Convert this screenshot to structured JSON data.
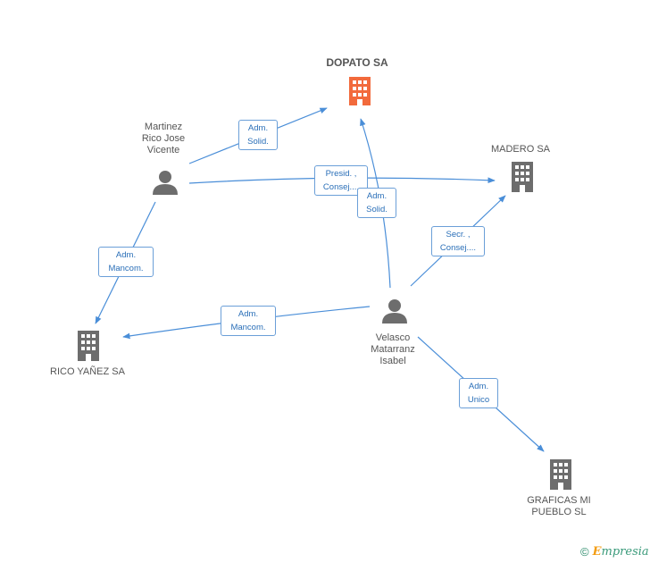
{
  "colors": {
    "edge": "#4a8ed8",
    "company_main": "#f26a3c",
    "company": "#6d6d6d",
    "person": "#6d6d6d",
    "label_border": "#6b9fd8",
    "label_text": "#2a6fb8"
  },
  "nodes": {
    "dopato": {
      "label": "DOPATO SA",
      "kind": "company",
      "main": true
    },
    "madero": {
      "label": "MADERO SA",
      "kind": "company"
    },
    "rico_yanez": {
      "label": "RICO YAÑEZ SA",
      "kind": "company"
    },
    "graficas": {
      "label": "GRAFICAS MI\nPUEBLO SL",
      "kind": "company"
    },
    "martinez": {
      "label": "Martinez\nRico Jose\nVicente",
      "kind": "person"
    },
    "velasco": {
      "label": "Velasco\nMatarranz\nIsabel",
      "kind": "person"
    }
  },
  "edges": {
    "martinez_dopato": {
      "label": "Adm.\nSolid."
    },
    "martinez_madero": {
      "label": "Presid. ,\nConsej...."
    },
    "velasco_dopato": {
      "label": "Adm.\nSolid."
    },
    "velasco_madero": {
      "label": "Secr. ,\nConsej...."
    },
    "martinez_rico": {
      "label": "Adm.\nMancom."
    },
    "velasco_rico": {
      "label": "Adm.\nMancom."
    },
    "velasco_graficas": {
      "label": "Adm.\nUnico"
    }
  },
  "footer": {
    "copyright": "©",
    "brand_e": "E",
    "brand_rest": "mpresia"
  }
}
